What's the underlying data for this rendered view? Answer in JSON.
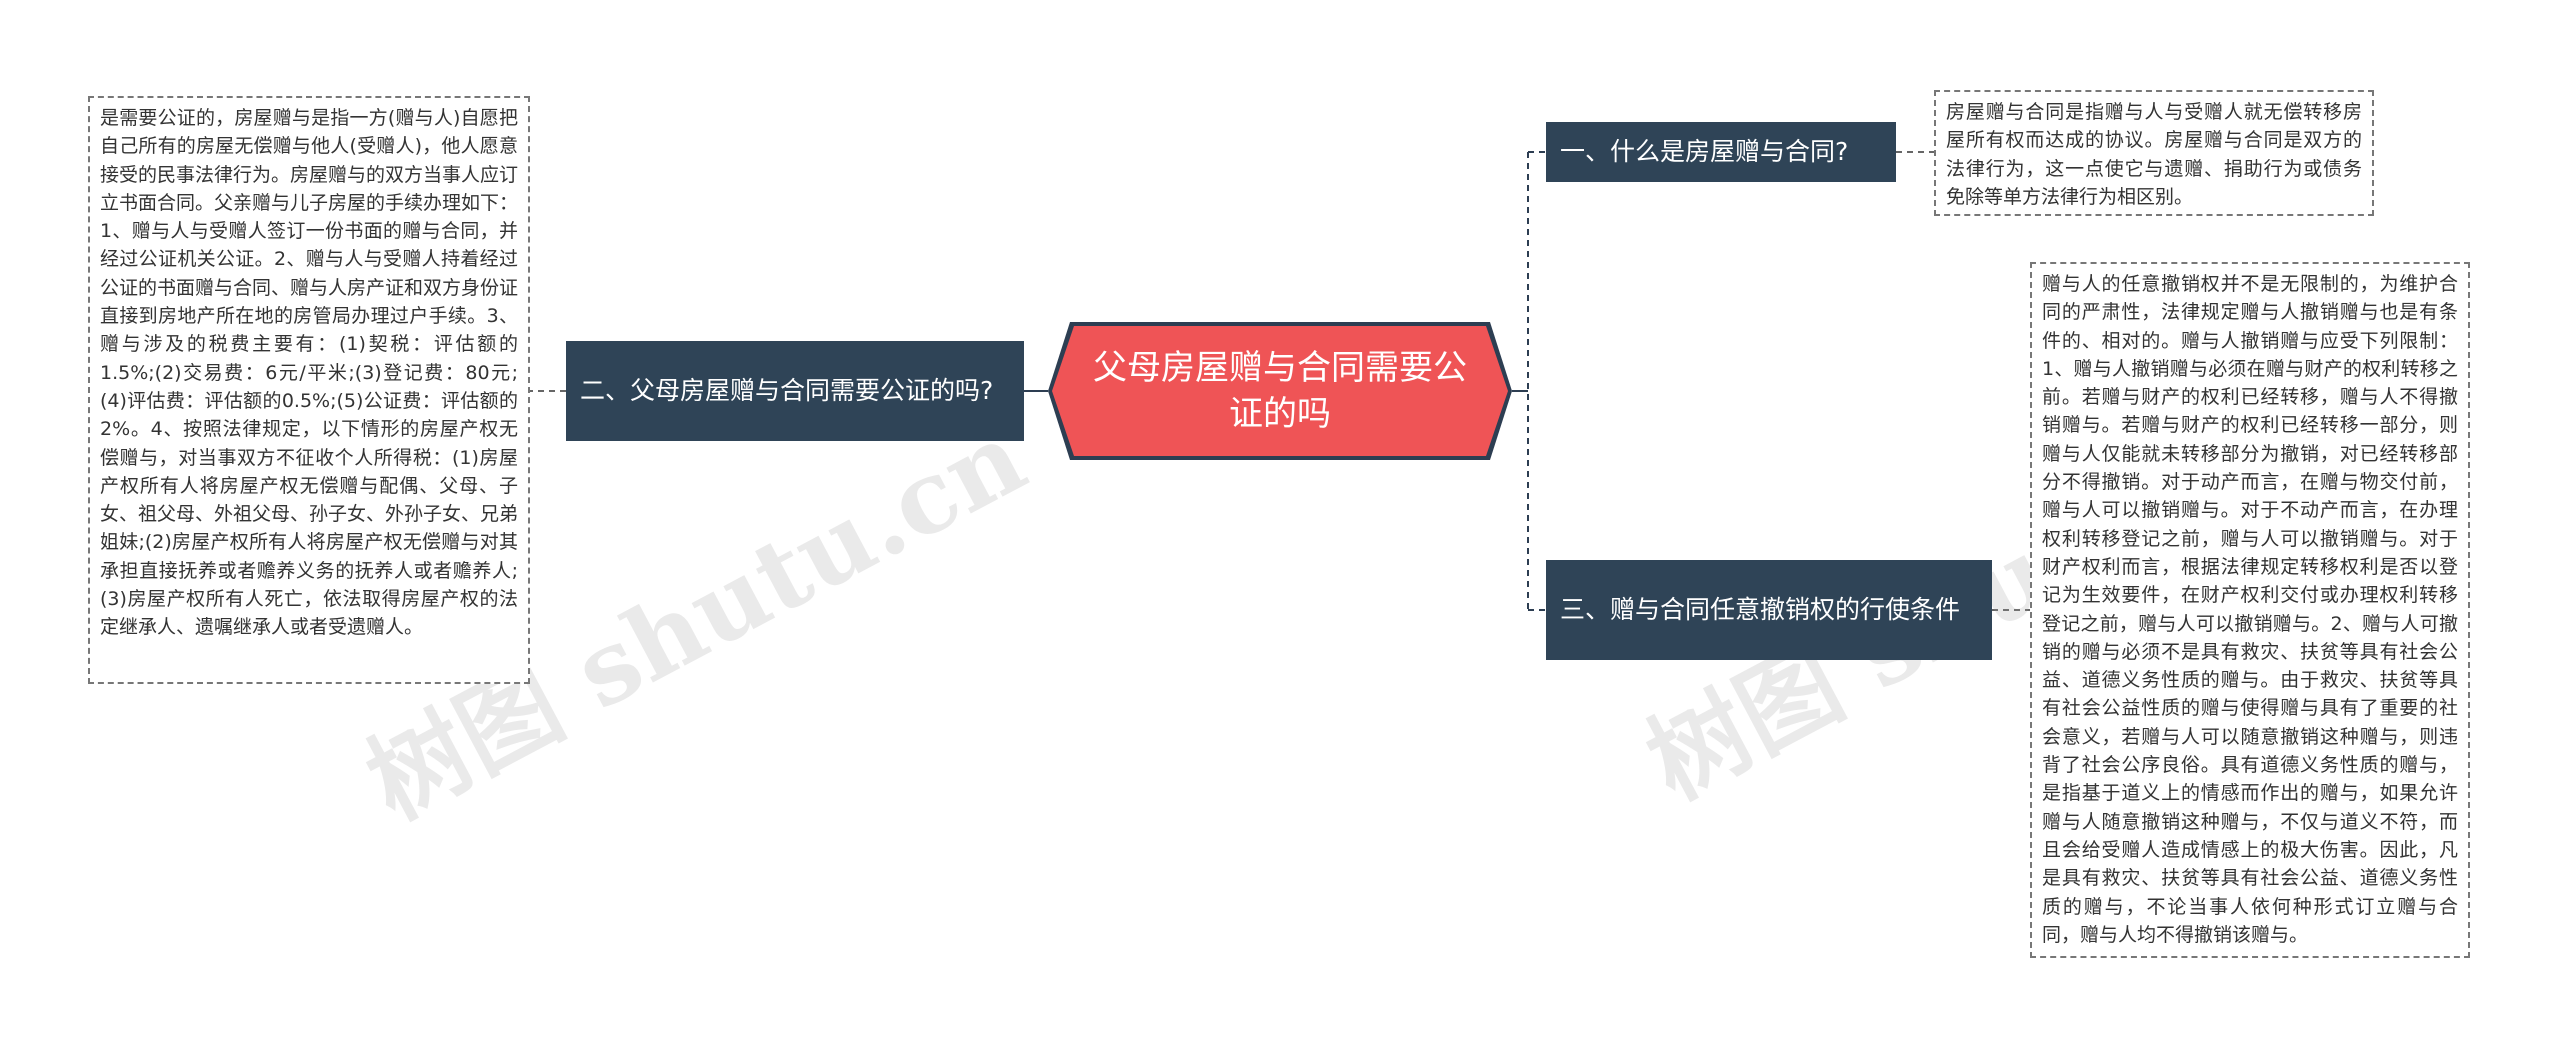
{
  "center": {
    "title": "父母房屋赠与合同需要公证的吗"
  },
  "branches": [
    {
      "label": "一、什么是房屋赠与合同?"
    },
    {
      "label": "二、父母房屋赠与合同需要公证的吗?"
    },
    {
      "label": "三、赠与合同任意撤销权的行使条件"
    }
  ],
  "leaves": [
    {
      "text": "房屋赠与合同是指赠与人与受赠人就无偿转移房屋所有权而达成的协议。房屋赠与合同是双方的法律行为，这一点使它与遗赠、捐助行为或债务免除等单方法律行为相区别。"
    },
    {
      "text": "是需要公证的，房屋赠与是指一方(赠与人)自愿把自己所有的房屋无偿赠与他人(受赠人)，他人愿意接受的民事法律行为。房屋赠与的双方当事人应订立书面合同。父亲赠与儿子房屋的手续办理如下：1、赠与人与受赠人签订一份书面的赠与合同，并经过公证机关公证。2、赠与人与受赠人持着经过公证的书面赠与合同、赠与人房产证和双方身份证直接到房地产所在地的房管局办理过户手续。3、赠与涉及的税费主要有：(1)契税：评估额的1.5%;(2)交易费：6元/平米;(3)登记费：80元;(4)评估费：评估额的0.5%;(5)公证费：评估额的2%。4、按照法律规定，以下情形的房屋产权无偿赠与，对当事双方不征收个人所得税：(1)房屋产权所有人将房屋产权无偿赠与配偶、父母、子女、祖父母、外祖父母、孙子女、外孙子女、兄弟姐妹;(2)房屋产权所有人将房屋产权无偿赠与对其承担直接抚养或者赡养义务的抚养人或者赡养人;(3)房屋产权所有人死亡，依法取得房屋产权的法定继承人、遗嘱继承人或者受遗赠人。"
    },
    {
      "text": "赠与人的任意撤销权并不是无限制的，为维护合同的严肃性，法律规定赠与人撤销赠与也是有条件的、相对的。赠与人撤销赠与应受下列限制：1、赠与人撤销赠与必须在赠与财产的权利转移之前。若赠与财产的权利已经转移，赠与人不得撤销赠与。若赠与财产的权利已经转移一部分，则赠与人仅能就未转移部分为撤销，对已经转移部分不得撤销。对于动产而言，在赠与物交付前，赠与人可以撤销赠与。对于不动产而言，在办理权利转移登记之前，赠与人可以撤销赠与。对于财产权利而言，根据法律规定转移权利是否以登记为生效要件，在财产权利交付或办理权利转移登记之前，赠与人可以撤销赠与。2、赠与人可撤销的赠与必须不是具有救灾、扶贫等具有社会公益、道德义务性质的赠与。由于救灾、扶贫等具有社会公益性质的赠与使得赠与具有了重要的社会意义，若赠与人可以随意撤销这种赠与，则违背了社会公序良俗。具有道德义务性质的赠与，是指基于道义上的情感而作出的赠与，如果允许赠与人随意撤销这种赠与，不仅与道义不符，而且会给受赠人造成情感上的极大伤害。因此，凡是具有救灾、扶贫等具有社会公益、道德义务性质的赠与，不论当事人依何种形式订立赠与合同，赠与人均不得撤销该赠与。"
    }
  ],
  "watermark": {
    "text": "树图 shutu.cn"
  },
  "colors": {
    "center": "#ef5456",
    "branch": "#2f4457",
    "line": "#2d3e52"
  }
}
